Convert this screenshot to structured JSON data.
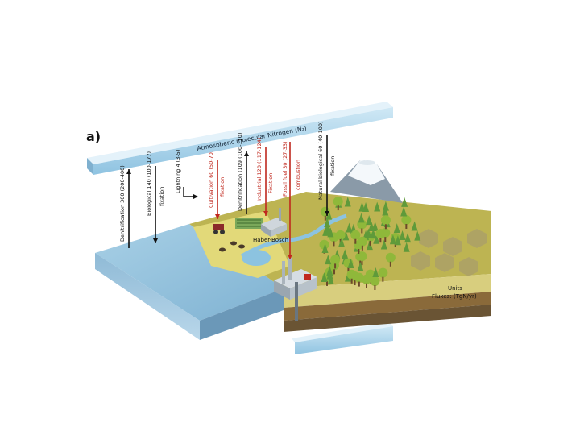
{
  "panel_label": "a)",
  "atmosphere_label": "Atmospheric molecular Nitrogen (N₂)",
  "fluxes": [
    {
      "id": "denitrification-ocean",
      "label": "Denitrification  300 (200-400)",
      "color": "#111111"
    },
    {
      "id": "biological-fixation-ocean",
      "label": "Biological   140 (100-177)",
      "color": "#111111"
    },
    {
      "id": "fixation-ocean-word",
      "label": "fixation",
      "color": "#111111"
    },
    {
      "id": "lightning",
      "label": "Lightning  4 (3-5)",
      "color": "#111111"
    },
    {
      "id": "cultivation",
      "label": "Cultivation  60 (50-70)",
      "color": "#c0281e"
    },
    {
      "id": "cultivation-fixation",
      "label": "fixation",
      "color": "#c0281e"
    },
    {
      "id": "denitrification-land",
      "label": "Denitrification  (109 (100-110)",
      "color": "#111111"
    },
    {
      "id": "industrial",
      "label": "Industrial   120 (117-124)",
      "color": "#c0281e"
    },
    {
      "id": "industrial-fixation",
      "label": "Fixation",
      "color": "#c0281e"
    },
    {
      "id": "fossil-fuel",
      "label": "Fossil fuel   30 (27-33)",
      "color": "#c0281e"
    },
    {
      "id": "combustion",
      "label": "combustion",
      "color": "#c0281e"
    },
    {
      "id": "natural-biological",
      "label": "Natural biological   60 (40-100)",
      "color": "#111111"
    },
    {
      "id": "natural-fixation",
      "label": "fixation",
      "color": "#111111"
    }
  ],
  "haber_label": "Haber-Bosch",
  "units_label": "Units",
  "units_value": "Fluxes: (TgN/yr)",
  "colors": {
    "atmosphere_bar": "#a9d3ea",
    "ocean": "#9cc7e0",
    "land": "#b9b24a",
    "forest": "#5f9a3a",
    "arrow_red": "#c0281e",
    "arrow_black": "#111111"
  }
}
